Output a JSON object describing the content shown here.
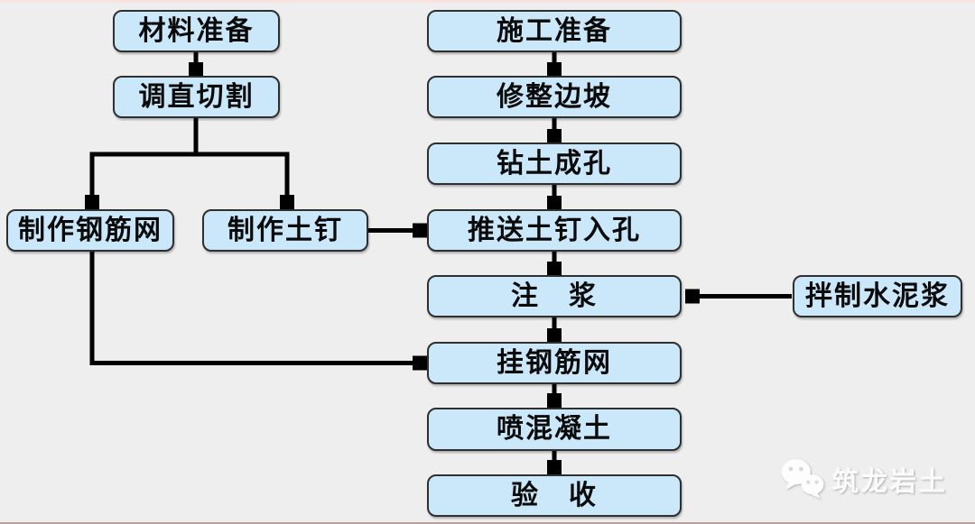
{
  "diagram": {
    "title_hint": "soil-nailing construction process flowchart",
    "colors": {
      "background": "#eeeeee",
      "node_fill": "#cbe8fb",
      "node_border": "#2f2f2f",
      "arrow": "#000000",
      "top_strip": "#f8e2df"
    },
    "nodes": {
      "material_prep": "材料准备",
      "straighten_cut": "调直切割",
      "make_rebar_mesh": "制作钢筋网",
      "make_soil_nail": "制作土钉",
      "construction_prep": "施工准备",
      "trim_slope": "修整边坡",
      "drill_holes": "钻土成孔",
      "push_nail_into_hole": "推送土钉入孔",
      "grouting": "注　浆",
      "hang_rebar_mesh": "挂钢筋网",
      "spray_concrete": "喷混凝土",
      "acceptance": "验　收",
      "mix_cement_slurry": "拌制水泥浆"
    },
    "edges": [
      {
        "from": "material_prep",
        "to": "straighten_cut"
      },
      {
        "from": "straighten_cut",
        "to": "make_rebar_mesh"
      },
      {
        "from": "straighten_cut",
        "to": "make_soil_nail"
      },
      {
        "from": "make_soil_nail",
        "to": "push_nail_into_hole"
      },
      {
        "from": "make_rebar_mesh",
        "to": "hang_rebar_mesh"
      },
      {
        "from": "construction_prep",
        "to": "trim_slope"
      },
      {
        "from": "trim_slope",
        "to": "drill_holes"
      },
      {
        "from": "drill_holes",
        "to": "push_nail_into_hole"
      },
      {
        "from": "push_nail_into_hole",
        "to": "grouting"
      },
      {
        "from": "mix_cement_slurry",
        "to": "grouting"
      },
      {
        "from": "grouting",
        "to": "hang_rebar_mesh"
      },
      {
        "from": "hang_rebar_mesh",
        "to": "spray_concrete"
      },
      {
        "from": "spray_concrete",
        "to": "acceptance"
      }
    ],
    "watermark": {
      "label": "筑龙岩土",
      "icon": "wechat-icon"
    }
  }
}
